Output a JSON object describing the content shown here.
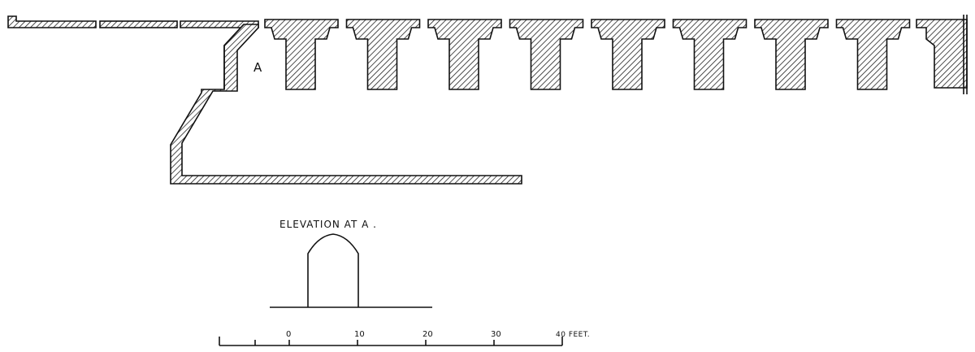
{
  "plan": {
    "point_label": "A",
    "bay_count": 9
  },
  "elevation": {
    "title": "ELEVATION AT A ."
  },
  "scale_bar": {
    "ticks": [
      "0",
      "10",
      "20",
      "30"
    ],
    "end_label": "40 FEET."
  },
  "colors": {
    "ink": "#111111",
    "paper": "#ffffff"
  }
}
